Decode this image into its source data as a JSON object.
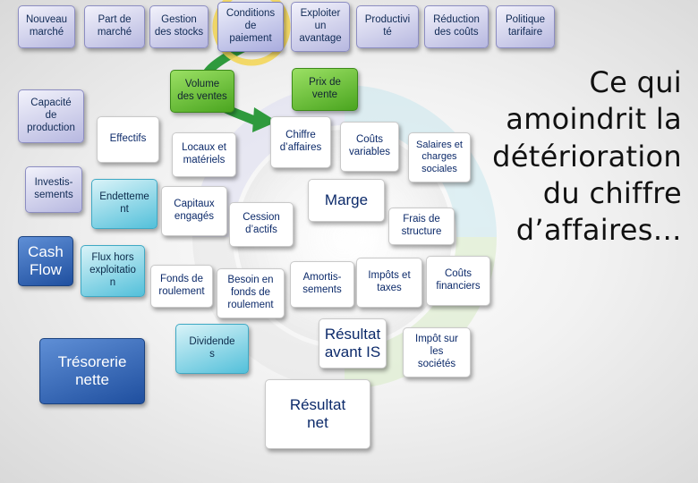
{
  "headline": "Ce qui amoindrit la détérioration du chiffre d’affaires…",
  "boxes": {
    "nouveau_marche": "Nouveau\nmarché",
    "part_marche": "Part de\nmarché",
    "gestion_stocks": "Gestion\ndes stocks",
    "conditions_paiement": "Conditions\nde\npaiement",
    "exploiter_avantage": "Exploiter\nun\navantage",
    "productivite": "Productivi\nté",
    "reduction_couts": "Réduction\ndes coûts",
    "politique_tarifaire": "Politique\ntarifaire",
    "volume_ventes": "Volume\ndes ventes",
    "prix_vente": "Prix de\nvente",
    "capacite_production": "Capacité\nde\nproduction",
    "effectifs": "Effectifs",
    "locaux_materiels": "Locaux et\nmatériels",
    "chiffre_affaires": "Chiffre\nd’affaires",
    "couts_variables": "Coûts\nvariables",
    "salaires_charges": "Salaires et\ncharges\nsociales",
    "investissements": "Investis-\nsements",
    "endettement": "Endetteme\nnt",
    "capitaux_engages": "Capitaux\nengagés",
    "cession_actifs": "Cession\nd’actifs",
    "marge": "Marge",
    "frais_structure": "Frais de\nstructure",
    "cash_flow": "Cash\nFlow",
    "flux_hors_exploitation": "Flux hors\nexploitatio\nn",
    "fonds_roulement": "Fonds de\nroulement",
    "besoin_fonds_roulement": "Besoin en\nfonds de\nroulement",
    "amortissements": "Amortis-\nsements",
    "impots_taxes": "Impôts et\ntaxes",
    "couts_financiers": "Coûts\nfinanciers",
    "dividendes": "Dividende\ns",
    "resultat_avant_is": "Résultat\navant IS",
    "impot_societes": "Impôt sur\nles\nsociétés",
    "tresorerie_nette": "Trésorerie\nnette",
    "resultat_net": "Résultat\nnet"
  },
  "colors": {
    "arrow": "#2f9a3d",
    "ring": "#f3d65a",
    "lilac": "#b7b8e0",
    "teal": "#53c0da",
    "blue": "#1f4f9f",
    "green": "#4aa51f"
  },
  "icons": [
    "lock-ring-icon",
    "curved-arrow-icon"
  ]
}
